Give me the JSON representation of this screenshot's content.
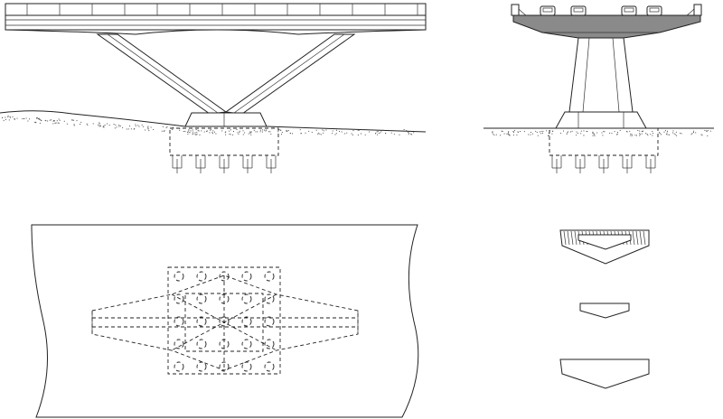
{
  "drawing": {
    "type": "engineering-drawing",
    "subject": "bridge pier",
    "views": [
      {
        "id": "elevation-longitudinal",
        "kind": "elevation",
        "piles_visible": 5
      },
      {
        "id": "elevation-transverse",
        "kind": "section",
        "piles_visible": 5,
        "vehicles": 4
      },
      {
        "id": "plan",
        "kind": "plan",
        "pile_grid": [
          5,
          5
        ]
      },
      {
        "id": "cross-sections",
        "kind": "section",
        "count": 3
      }
    ],
    "colors": {
      "line": "#222222",
      "deck_section": "#8a8a8a",
      "background": "#ffffff"
    }
  }
}
